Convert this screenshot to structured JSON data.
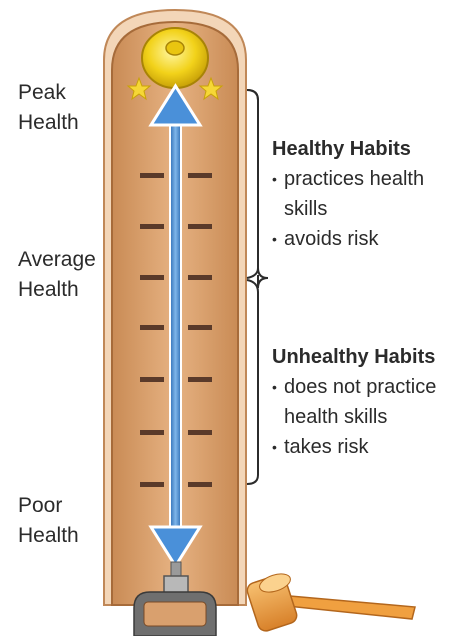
{
  "labels": {
    "peak": [
      "Peak",
      "Health"
    ],
    "average": [
      "Average",
      "Health"
    ],
    "poor": [
      "Poor",
      "Health"
    ]
  },
  "healthy": {
    "title": "Healthy Habits",
    "items": [
      [
        "practices health",
        "skills"
      ],
      [
        "avoids risk"
      ]
    ]
  },
  "unhealthy": {
    "title": "Unhealthy Habits",
    "items": [
      [
        "does not practice",
        "health skills"
      ],
      [
        "takes risk"
      ]
    ]
  },
  "colors": {
    "board": "#d9a06e",
    "board_edge": "#b97a48",
    "arrow": "#4a90d9",
    "bell": "#f2d21a",
    "mallet": "#f0a040"
  }
}
